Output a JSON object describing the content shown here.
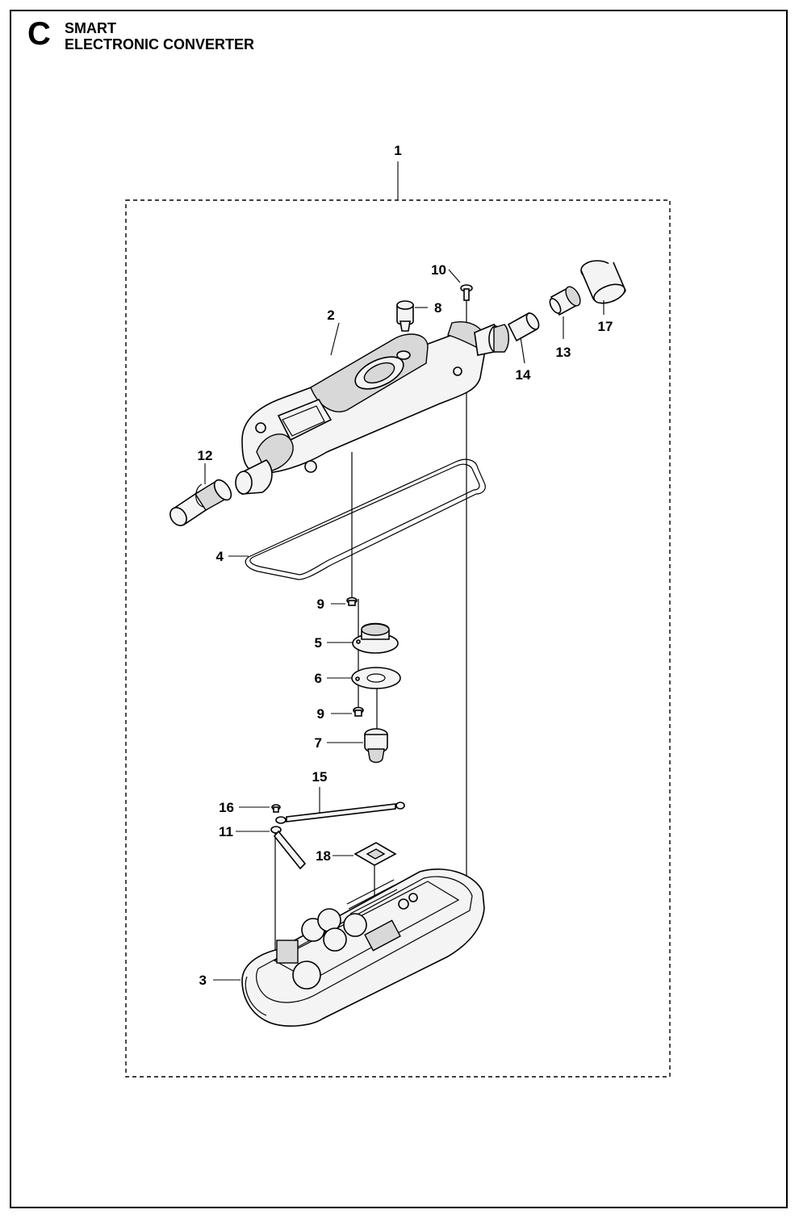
{
  "header": {
    "section_letter": "C",
    "title_line1": "SMART",
    "title_line2": "ELECTRONIC CONVERTER"
  },
  "callouts": {
    "c1": "1",
    "c2": "2",
    "c3": "3",
    "c4": "4",
    "c5": "5",
    "c6": "6",
    "c7": "7",
    "c8": "8",
    "c9a": "9",
    "c9b": "9",
    "c10": "10",
    "c11": "11",
    "c12": "12",
    "c13": "13",
    "c14": "14",
    "c15": "15",
    "c16": "16",
    "c17": "17",
    "c18": "18"
  }
}
